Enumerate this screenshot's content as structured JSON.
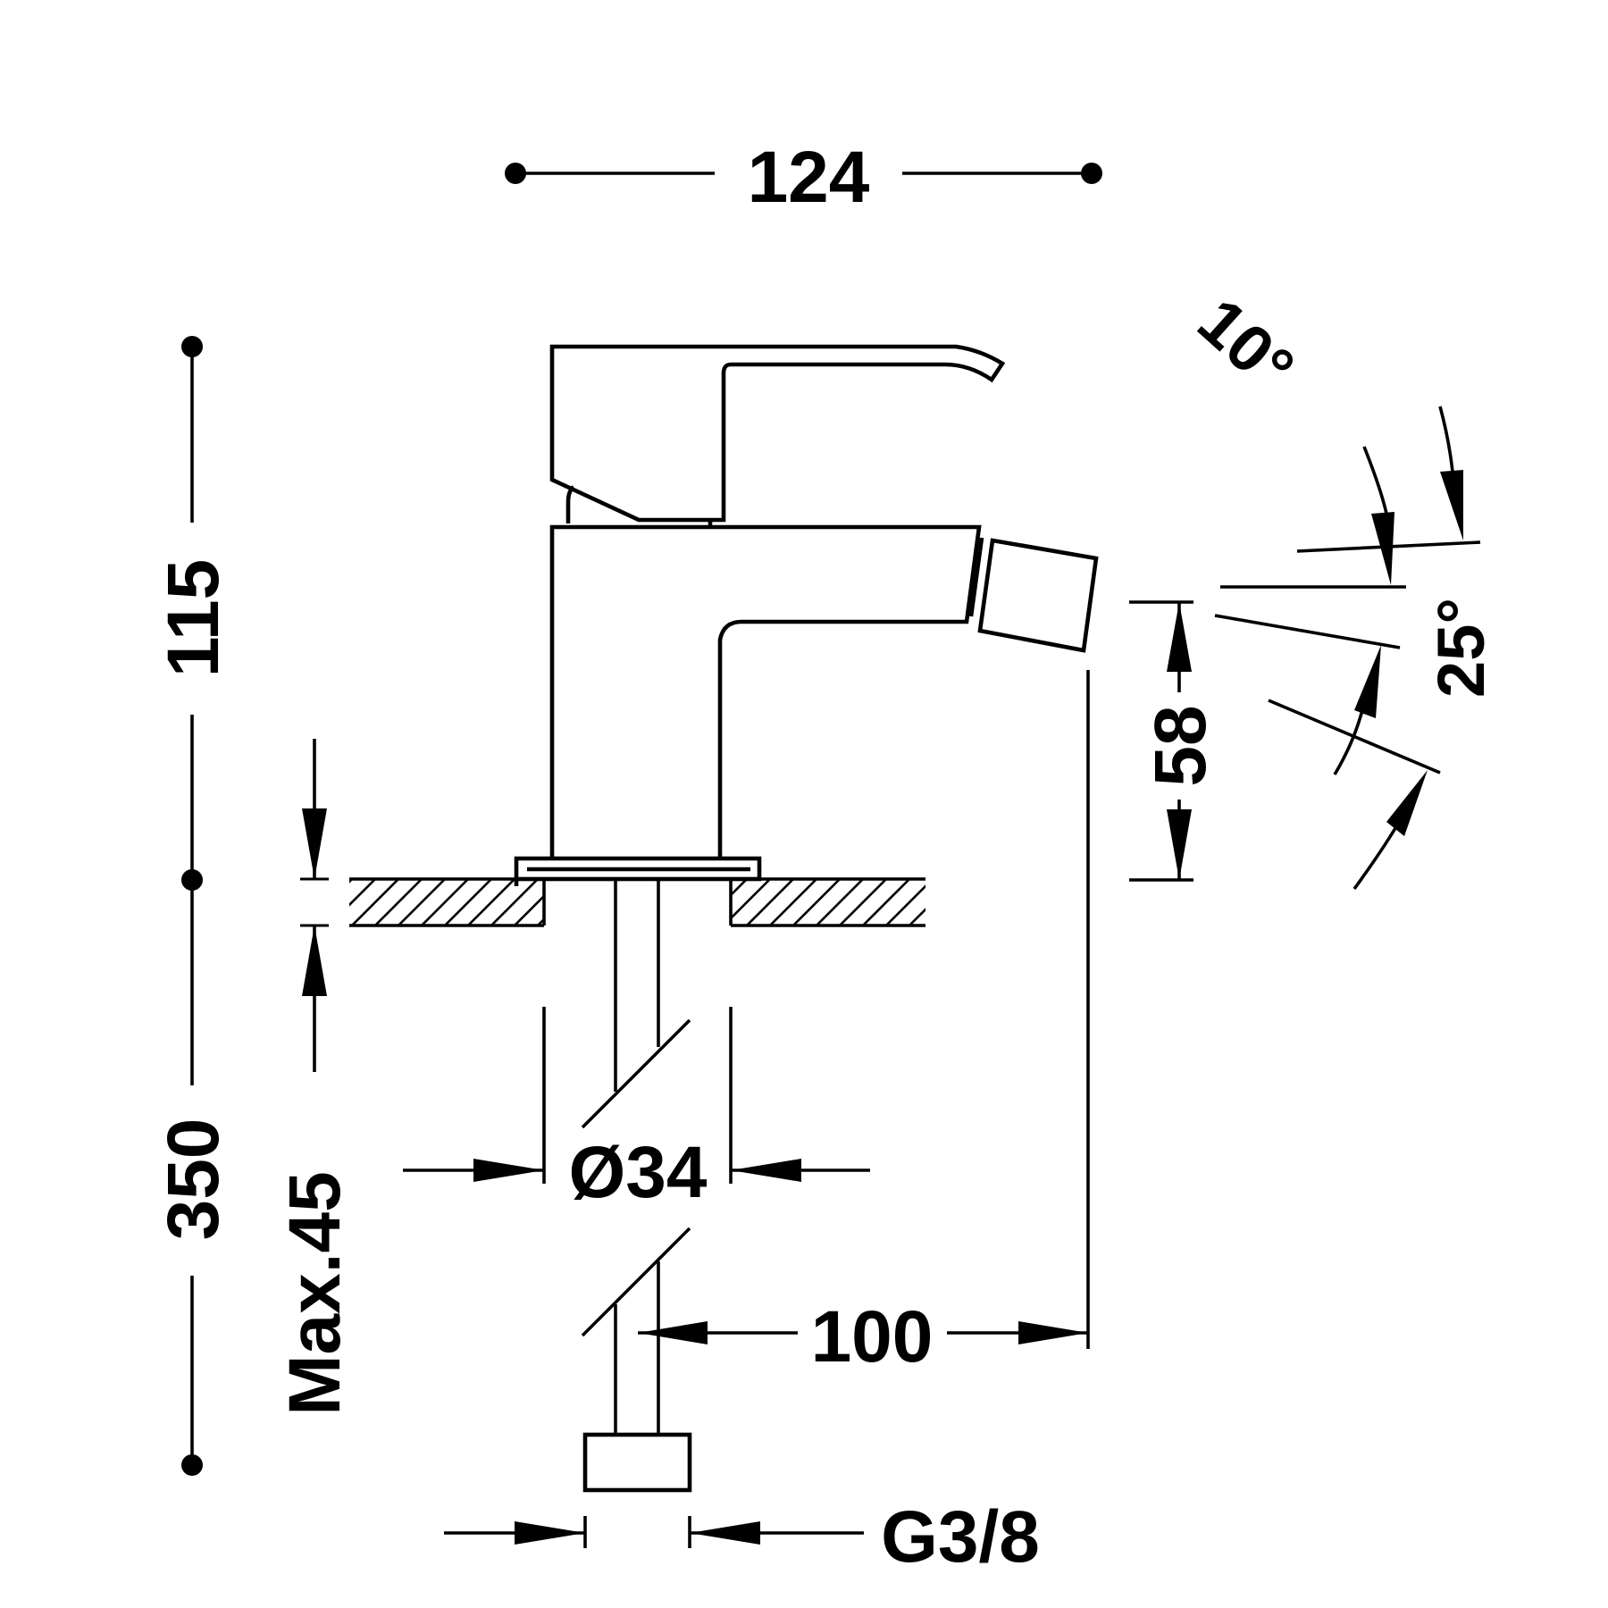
{
  "dimensions": {
    "width_total": "124",
    "height_upper": "115",
    "height_lower": "350",
    "deck_thickness": "Max.45",
    "hole_diameter": "Ø34",
    "spout_reach": "100",
    "spout_height": "58",
    "connection_thread": "G3/8"
  },
  "angles": {
    "tilt_upper": "10°",
    "tilt_lower": "25°"
  }
}
